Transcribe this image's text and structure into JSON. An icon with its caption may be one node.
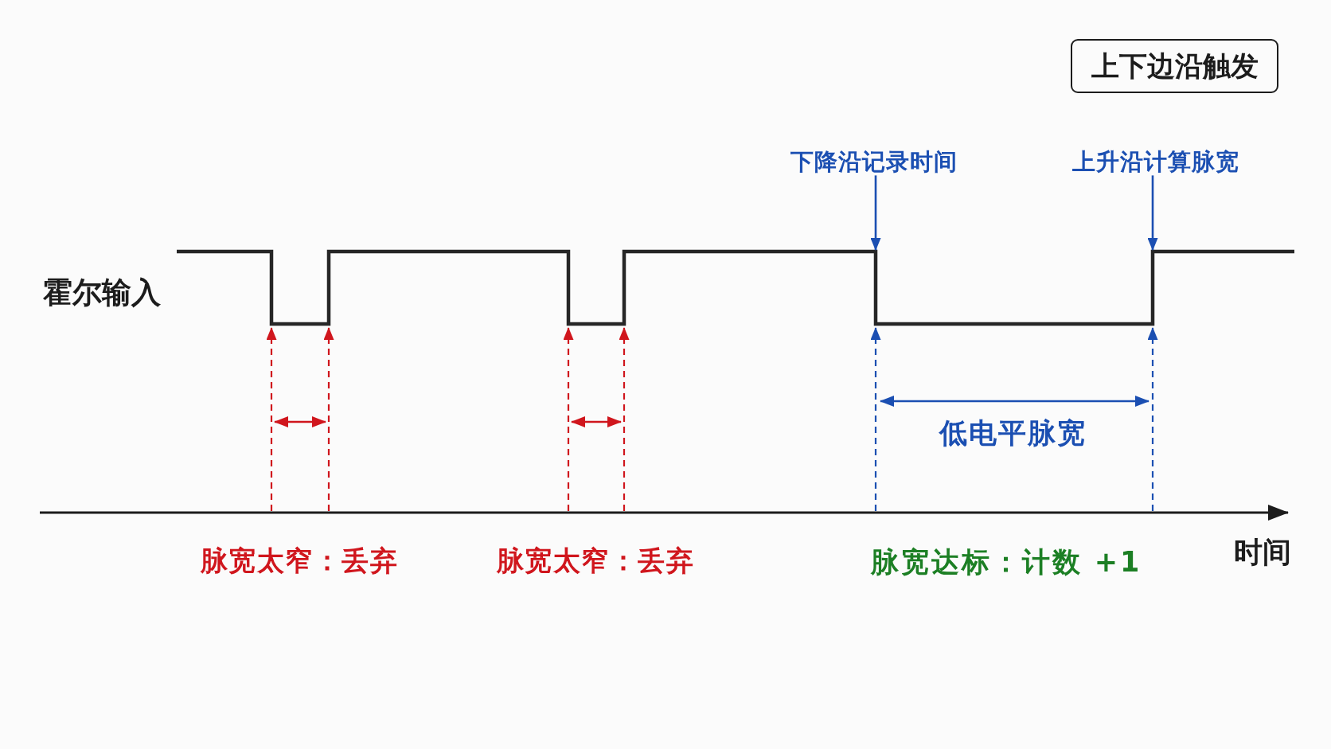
{
  "diagram": {
    "nodes": [
      {
        "text": [
          "上下边沿触发"
        ]
      },
      {
        "text": [
          "下降沿记录时间"
        ]
      },
      {
        "text": [
          "上升沿计算脉宽"
        ]
      },
      {
        "text": [],
        "shape": "waveform",
        "beside": [
          "霍尔输入"
        ]
      }
    ],
    "edges": [
      {
        "from": 1,
        "to": 3,
        "arrow": "to"
      },
      {
        "from": 2,
        "to": 3,
        "arrow": "to"
      }
    ],
    "labels": [
      "低电平脉宽",
      "脉宽太窄：丢弃",
      "脉宽太窄：丢弃",
      "脉宽达标：计数 +1",
      "时间"
    ]
  }
}
